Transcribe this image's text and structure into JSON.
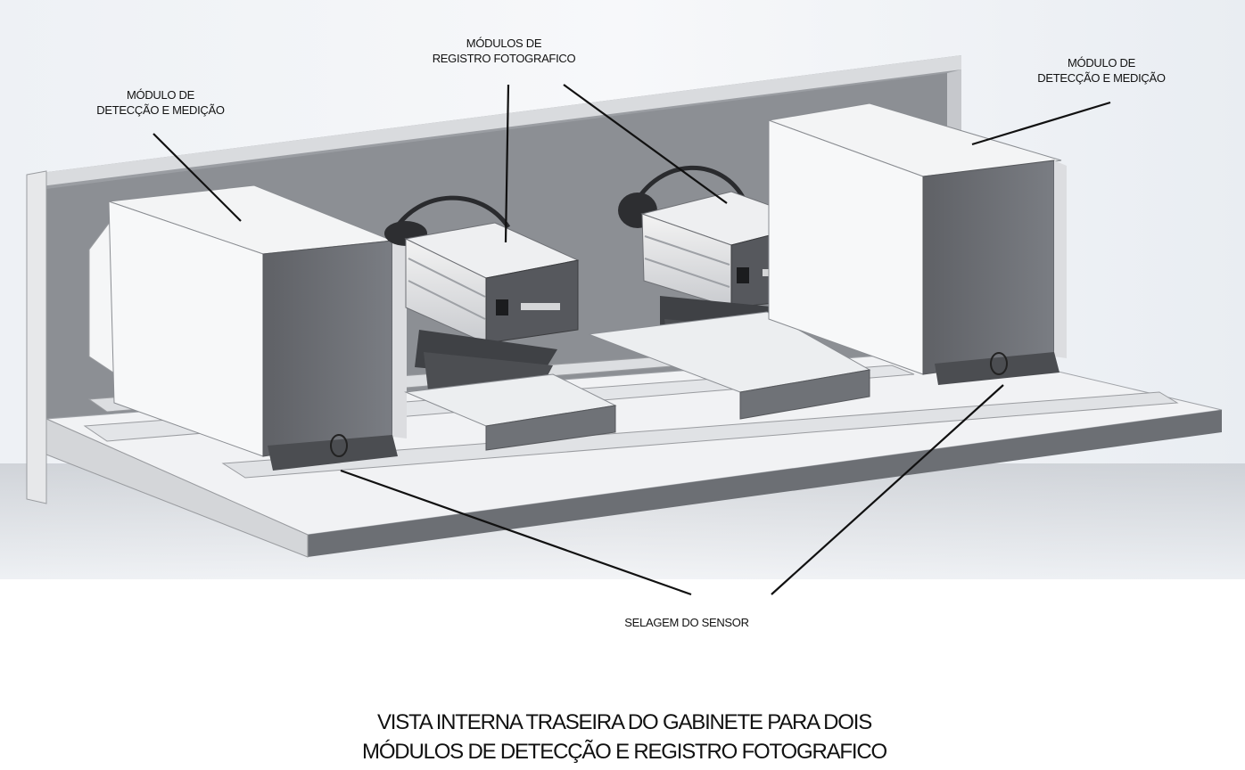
{
  "labels": {
    "left_module": [
      "MÓDULO DE",
      "DETECÇÃO E MEDIÇÃO"
    ],
    "center_module": [
      "MÓDULOS DE",
      "REGISTRO FOTOGRAFICO"
    ],
    "right_module": [
      "MÓDULO DE",
      "DETECÇÃO E MEDIÇÃO"
    ],
    "sensor_seal": "SELAGEM DO SENSOR"
  },
  "caption": [
    "VISTA INTERNA TRASEIRA DO GABINETE PARA DOIS",
    "MÓDULOS DE DETECÇÃO E REGISTRO FOTOGRAFICO"
  ]
}
